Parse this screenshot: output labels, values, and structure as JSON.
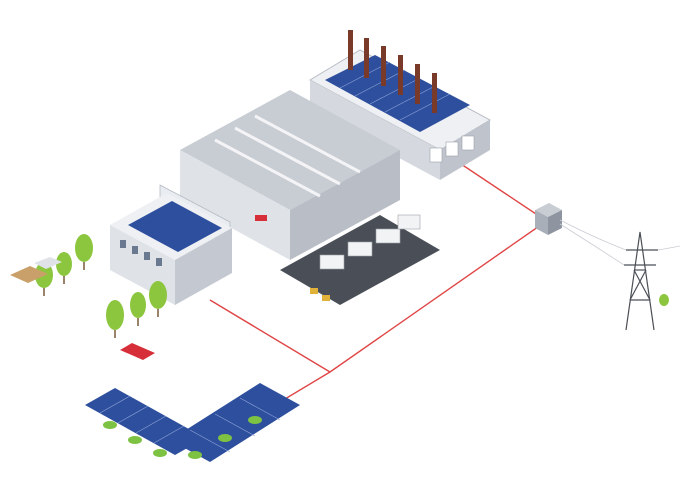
{
  "scene": {
    "background": "#ffffff",
    "connection_color": "#e04545",
    "accent_colors": {
      "solar_panel": "#2e4f9e",
      "building_wall": "#e6e9ee",
      "building_roof": "#9ca3ad",
      "tree": "#8cc63f",
      "car": "#d62f3a",
      "ev_car": "#7dc242",
      "ground": "#dfe2e6",
      "asphalt": "#4a4f57",
      "pylon": "#4b4f56"
    },
    "elements": [
      {
        "name": "power-plant",
        "icon": "factory-with-chimneys-icon"
      },
      {
        "name": "warehouse",
        "icon": "warehouse-icon"
      },
      {
        "name": "office-building",
        "icon": "office-building-icon"
      },
      {
        "name": "loading-dock",
        "icon": "trucks-icon"
      },
      {
        "name": "transformer",
        "icon": "transformer-icon"
      },
      {
        "name": "transmission-tower",
        "icon": "pylon-icon"
      },
      {
        "name": "solar-carport",
        "icon": "solar-carport-icon"
      },
      {
        "name": "parked-car",
        "icon": "car-icon"
      },
      {
        "name": "trees",
        "icon": "tree-icon"
      }
    ]
  }
}
